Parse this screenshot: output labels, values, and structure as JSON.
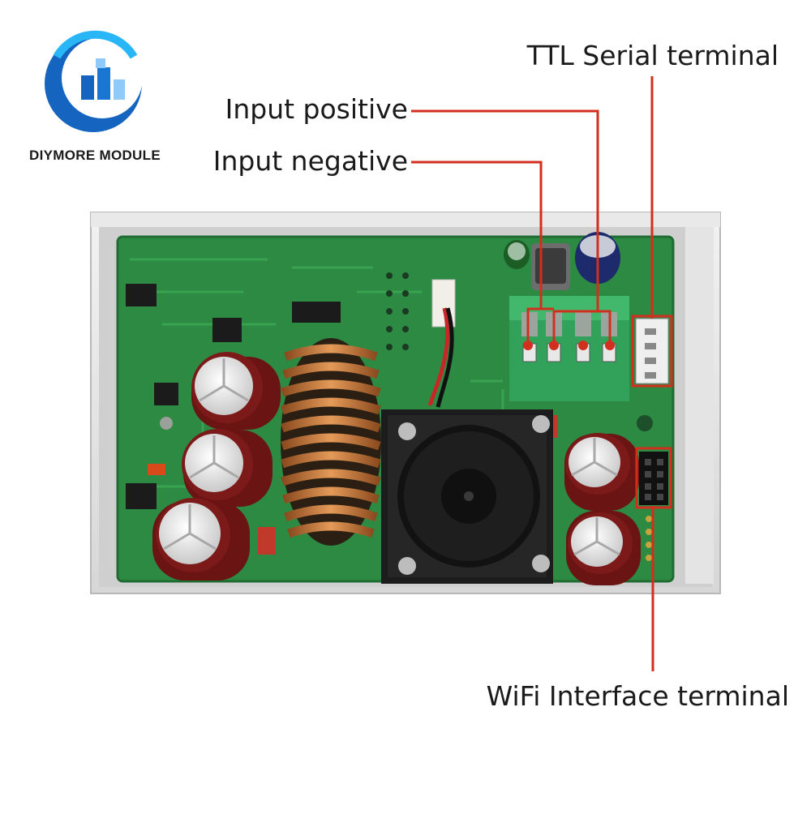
{
  "brand": {
    "name": "DIYMORE MODULE",
    "logo_icon": "diymore-logo-icon",
    "colors": {
      "primary": "#1565c0",
      "accent": "#29b6f6"
    }
  },
  "callouts": {
    "ttl_serial": "TTL Serial terminal",
    "input_positive": "Input positive",
    "input_negative": "Input negative",
    "wifi_interface": "WiFi Interface terminal"
  },
  "leader_color": "#d32f1e"
}
